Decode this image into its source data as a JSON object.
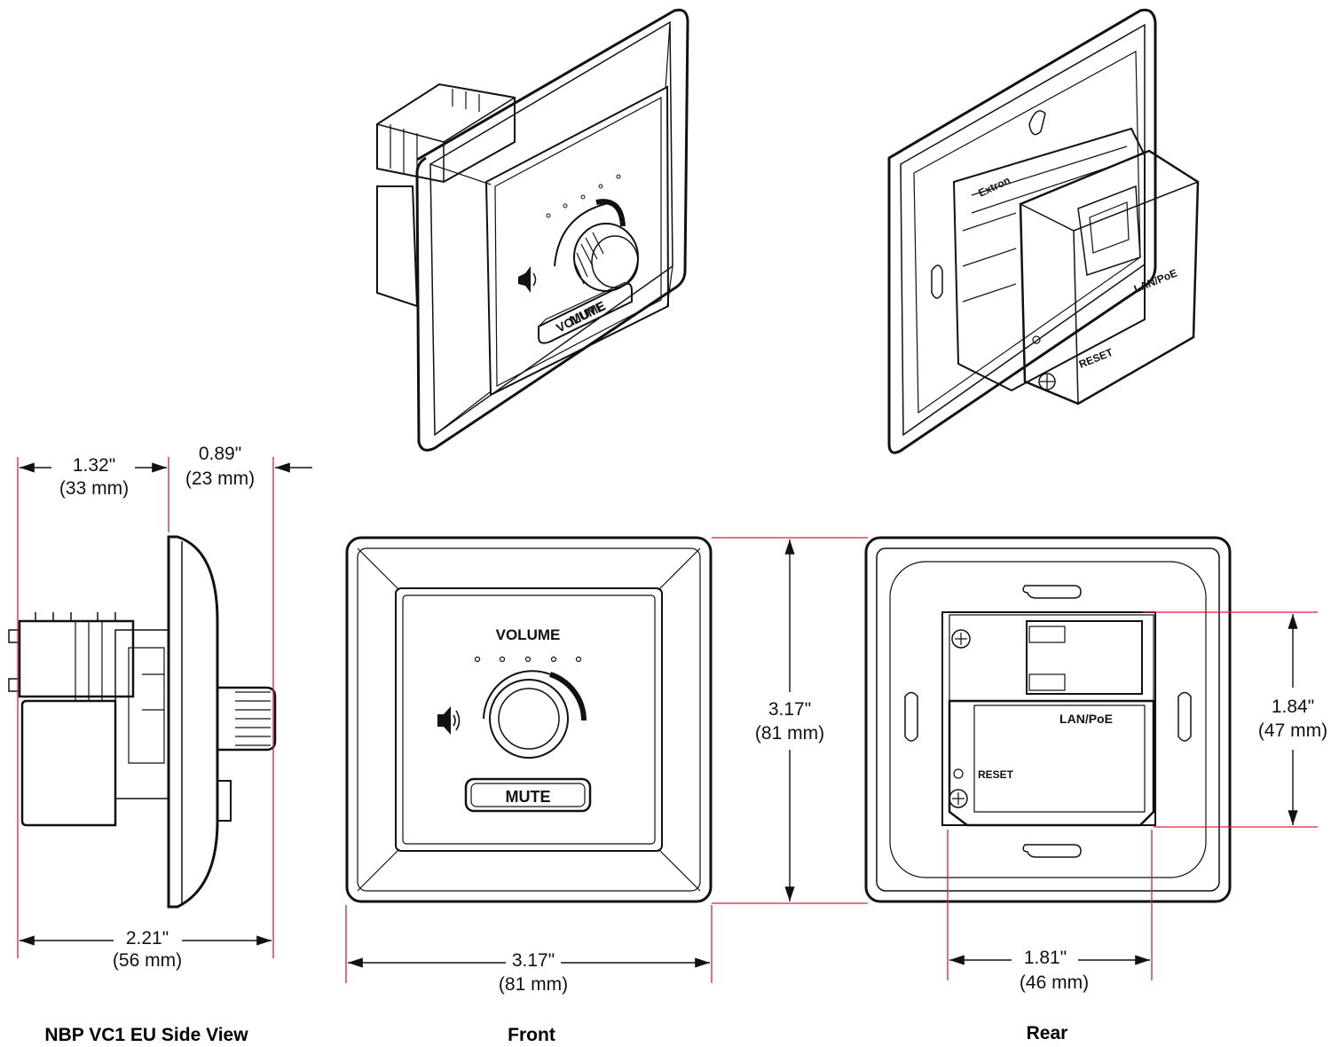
{
  "product": "NBP VC1 EU",
  "captions": {
    "side": "NBP VC1 EU Side View",
    "front": "Front",
    "rear": "Rear"
  },
  "panel_labels": {
    "volume": "VOLUME",
    "mute": "MUTE",
    "lan_poe": "LAN/PoE",
    "reset": "RESET",
    "brand": "Extron"
  },
  "dimensions": {
    "side_depth_back": {
      "inch": "1.32\"",
      "mm": "(33 mm)"
    },
    "side_depth_front": {
      "inch": "0.89\"",
      "mm": "(23 mm)"
    },
    "side_total": {
      "inch": "2.21\"",
      "mm": "(56 mm)"
    },
    "front_height": {
      "inch": "3.17\"",
      "mm": "(81 mm)"
    },
    "front_width": {
      "inch": "3.17\"",
      "mm": "(81 mm)"
    },
    "rear_module_height": {
      "inch": "1.84\"",
      "mm": "(47 mm)"
    },
    "rear_module_width": {
      "inch": "1.81\"",
      "mm": "(46 mm)"
    }
  },
  "colors": {
    "outline": "#111111",
    "dimension_extension": "#d2233a",
    "panel_fill": "#ffffff",
    "recess_fill": "#f2f2f2"
  }
}
